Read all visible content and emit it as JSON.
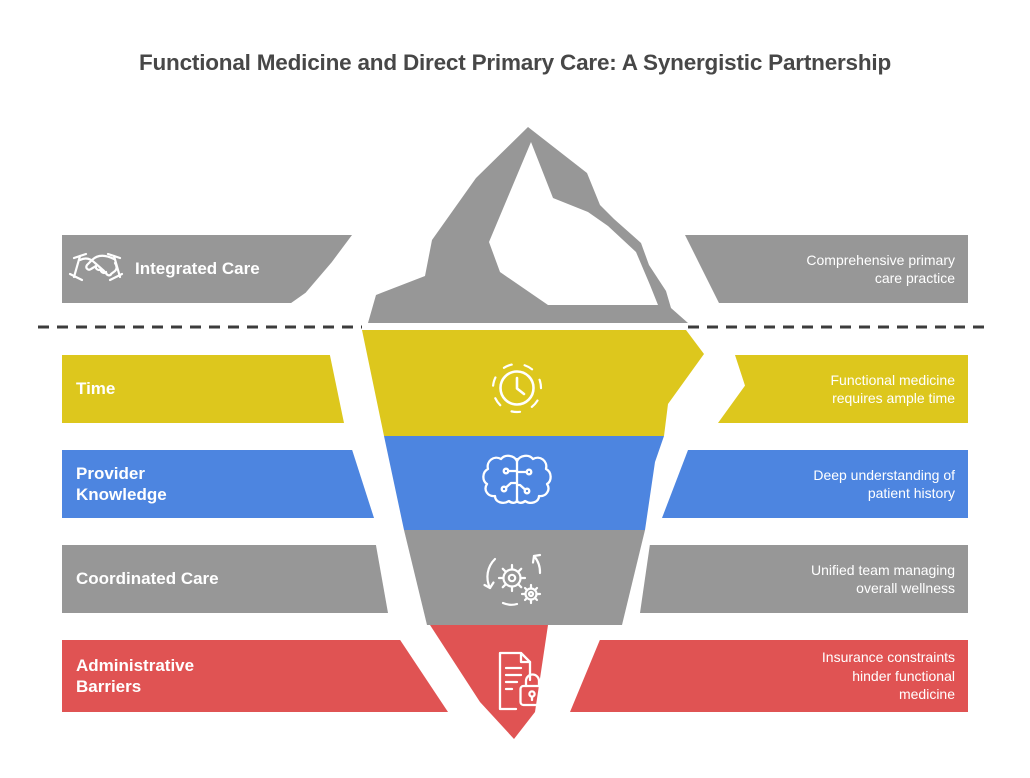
{
  "title": "Functional Medicine and Direct Primary Care: A Synergistic Partnership",
  "colors": {
    "gray": "#979797",
    "yellow": "#ddc71d",
    "blue": "#4d85e0",
    "red": "#e05353",
    "snow": "#ffffff",
    "title_text": "#474747",
    "waterline": "#3c3c3c",
    "icon_stroke": "#ffffff",
    "bar_text": "#ffffff"
  },
  "rows": [
    {
      "label": "Integrated Care",
      "description": "Comprehensive primary care practice",
      "icon": "handshake-icon",
      "color_key": "gray",
      "position": "above-waterline"
    },
    {
      "label": "Time",
      "description": "Functional medicine requires ample time",
      "icon": "clock-icon",
      "color_key": "yellow",
      "position": "below-waterline"
    },
    {
      "label": "Provider Knowledge",
      "description": "Deep understanding of patient history",
      "icon": "brain-circuit-icon",
      "color_key": "blue",
      "position": "below-waterline"
    },
    {
      "label": "Coordinated Care",
      "description": "Unified team managing overall wellness",
      "icon": "gears-cycle-icon",
      "color_key": "gray",
      "position": "below-waterline"
    },
    {
      "label": "Administrative Barriers",
      "description": "Insurance constraints hinder functional medicine",
      "icon": "document-lock-icon",
      "color_key": "red",
      "position": "below-waterline"
    }
  ]
}
